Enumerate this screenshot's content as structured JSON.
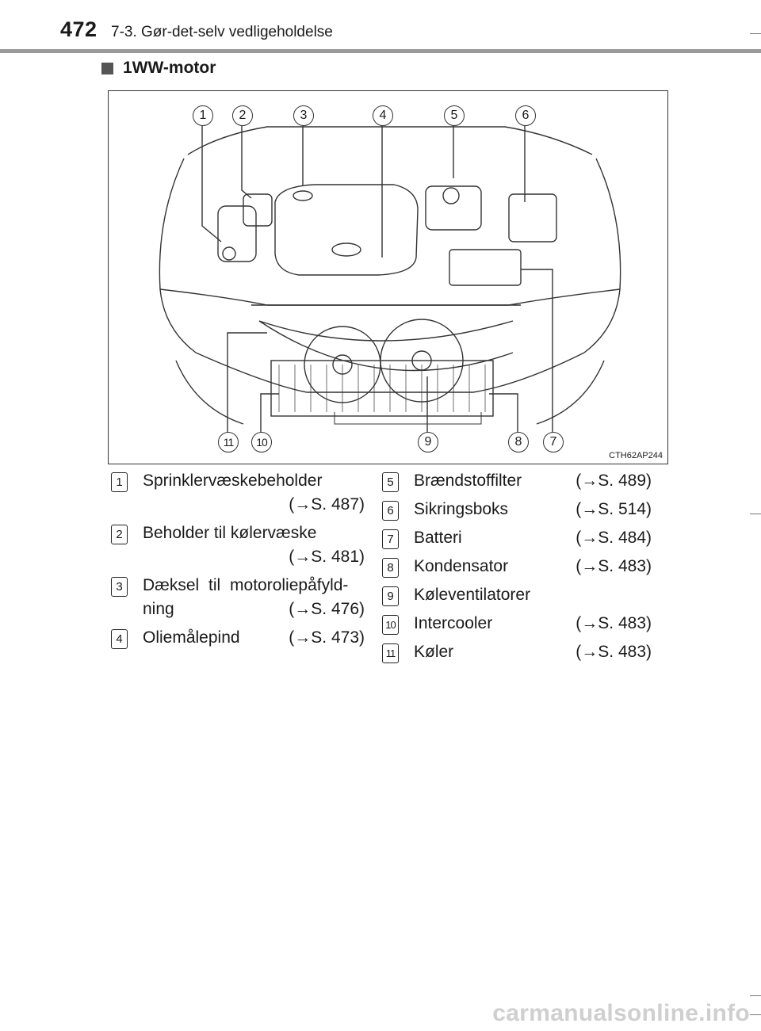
{
  "header": {
    "page_number": "472",
    "section_title": "7-3. Gør-det-selv vedligeholdelse"
  },
  "heading": "1WW-motor",
  "figure": {
    "code": "CTH62AP244",
    "top_callouts": [
      "1",
      "2",
      "3",
      "4",
      "5",
      "6"
    ],
    "bottom_callouts": [
      "11",
      "10",
      "9",
      "8",
      "7"
    ]
  },
  "legend_left": [
    {
      "num": "1",
      "label": "Sprinklervæskebeholder",
      "ref": "(→S. 487)"
    },
    {
      "num": "2",
      "label": "Beholder til kølervæske",
      "ref": "(→S. 481)"
    },
    {
      "num": "3",
      "label_line1": "Dæksel til motoroliepåfyld-",
      "label_line2": "ning",
      "ref": "(→S. 476)"
    },
    {
      "num": "4",
      "label": "Oliemålepind",
      "ref": "(→S. 473)"
    }
  ],
  "legend_right": [
    {
      "num": "5",
      "label": "Brændstoffilter",
      "ref": "(→S. 489)"
    },
    {
      "num": "6",
      "label": "Sikringsboks",
      "ref": "(→S. 514)"
    },
    {
      "num": "7",
      "label": "Batteri",
      "ref": "(→S. 484)"
    },
    {
      "num": "8",
      "label": "Kondensator",
      "ref": "(→S. 483)"
    },
    {
      "num": "9",
      "label": "Køleventilatorer",
      "ref": ""
    },
    {
      "num": "10",
      "label": "Intercooler",
      "ref": "(→S. 483)"
    },
    {
      "num": "11",
      "label": "Køler",
      "ref": "(→S. 483)"
    }
  ],
  "footer": {
    "watermark": "carmanualsonline.info"
  }
}
